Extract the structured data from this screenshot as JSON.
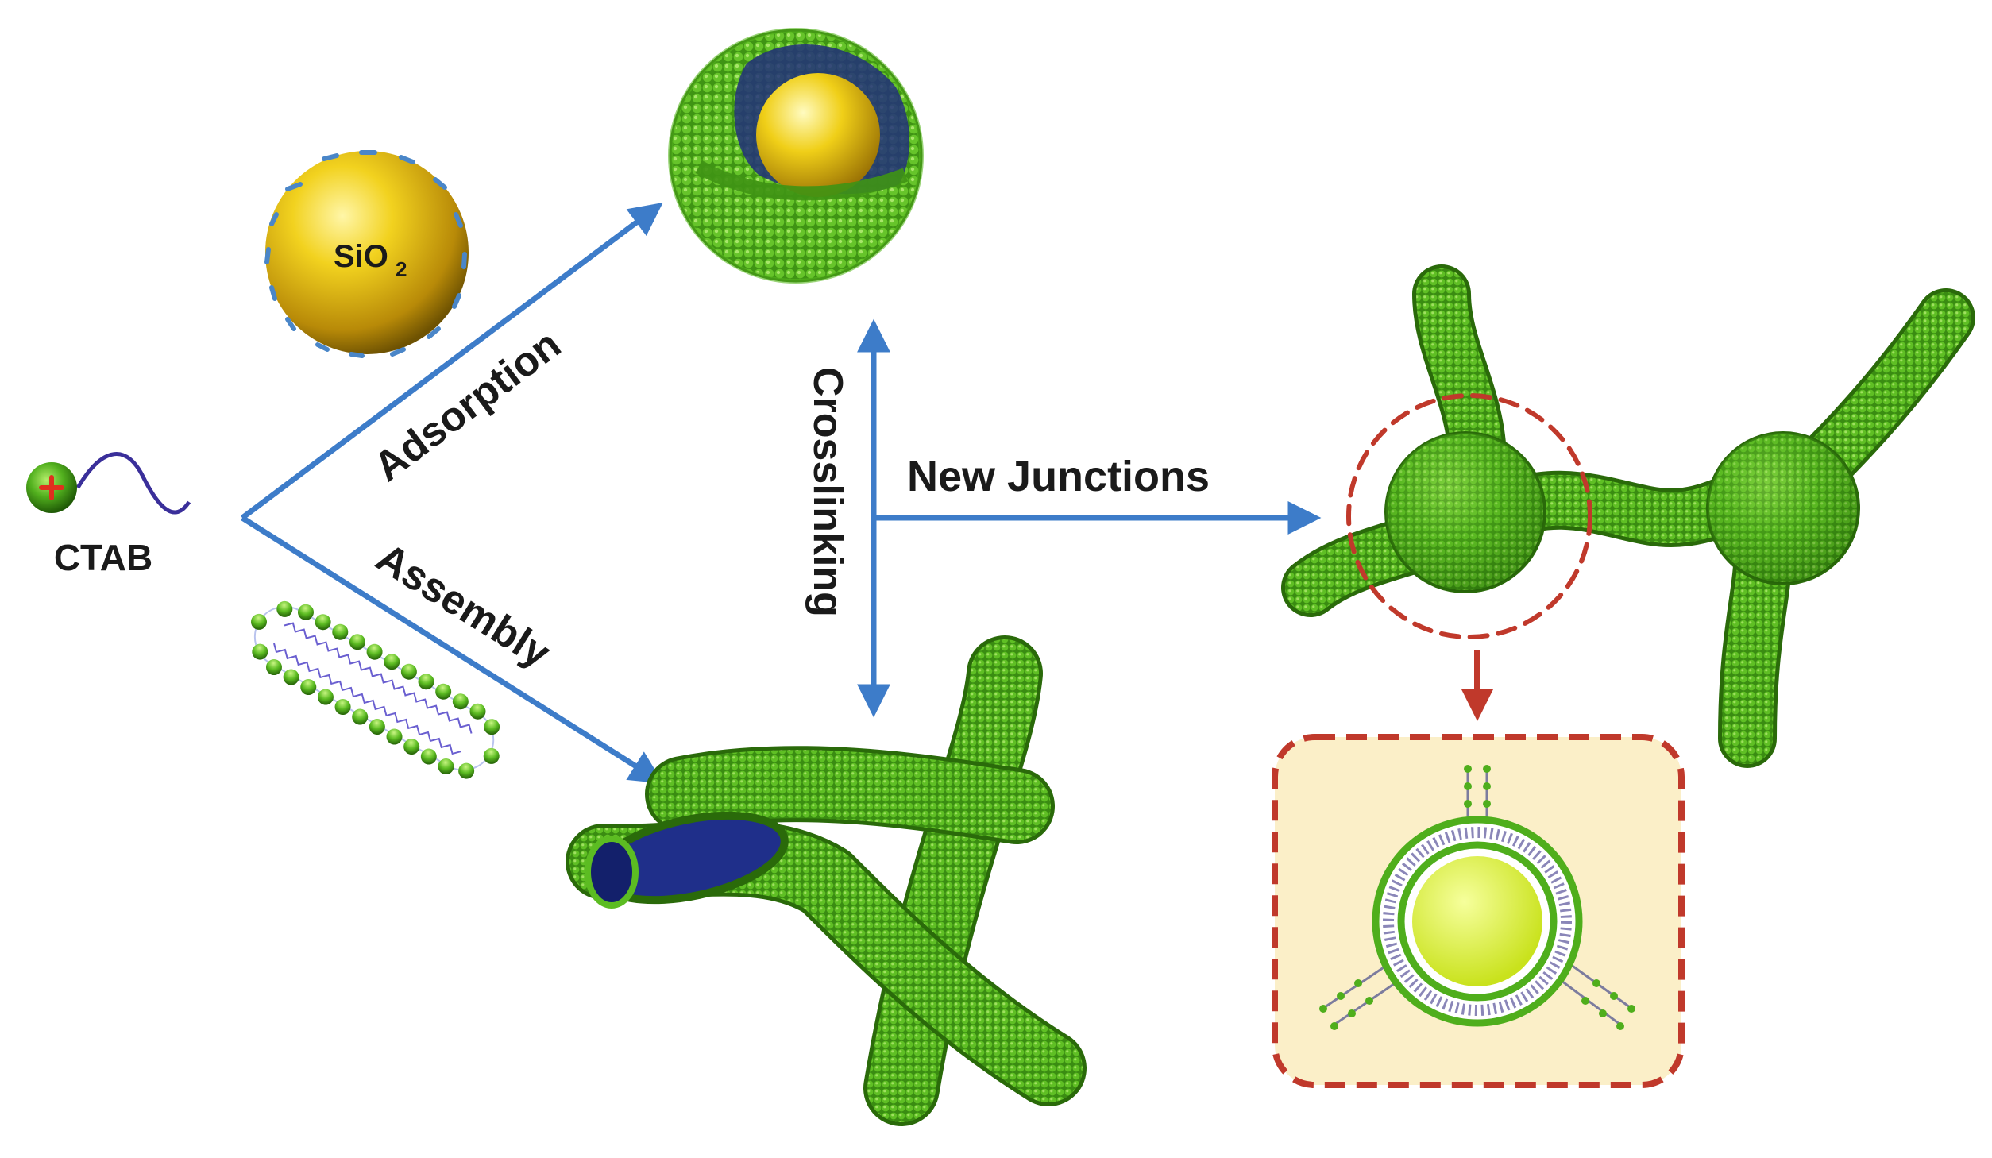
{
  "labels": {
    "ctab": "CTAB",
    "silica_main": "SiO",
    "silica_sub": "2",
    "adsorption": "Adsorption",
    "assembly": "Assembly",
    "crosslinking": "Crosslinking",
    "new_junctions": "New Junctions"
  },
  "colors": {
    "arrow_blue": "#3d7cc9",
    "arrow_red": "#c0392b",
    "micelle_green": "#4fae1c",
    "micelle_dark": "#2f7a0e",
    "silica_gold": "#e8c21a",
    "core_yellow": "#d9ef3a",
    "inset_bg": "#fbefc8",
    "charge_blue": "#4a86c8",
    "tail_purple": "#3a2f9a"
  },
  "icons": {
    "ctab_molecule": "ctab-molecule-icon",
    "silica_sphere": "silica-sphere-icon",
    "rod_micelle": "rod-micelle-icon",
    "coated_particle": "coated-particle-icon",
    "wormlike_network": "wormlike-network-icon",
    "branched_junction": "branched-junction-icon",
    "junction_cross_section": "junction-cross-section-icon"
  }
}
